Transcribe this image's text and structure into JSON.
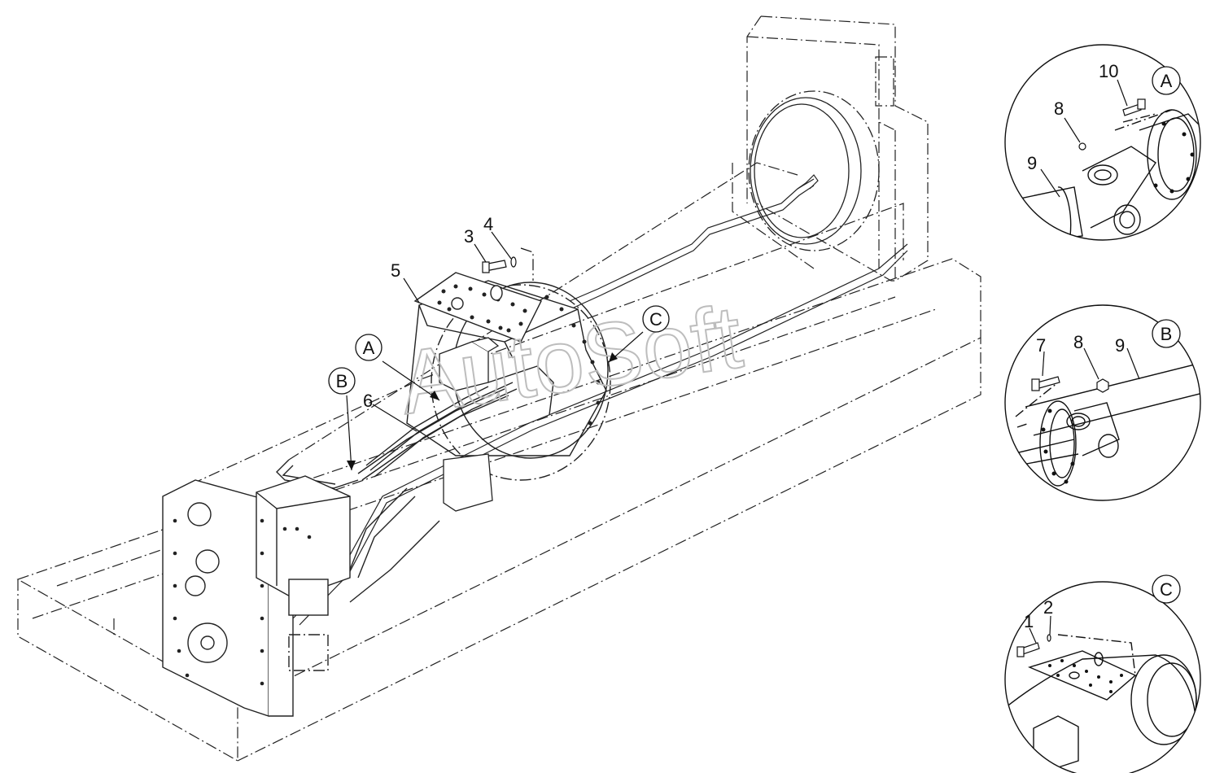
{
  "watermark": "AutoSoft",
  "callouts": {
    "c1": "1",
    "c2": "2",
    "c3": "3",
    "c4": "4",
    "c5": "5",
    "c6": "6",
    "c7": "7",
    "c8": "8",
    "c9": "9",
    "c10": "10"
  },
  "detail_letters": {
    "a": "A",
    "b": "B",
    "c": "C"
  }
}
